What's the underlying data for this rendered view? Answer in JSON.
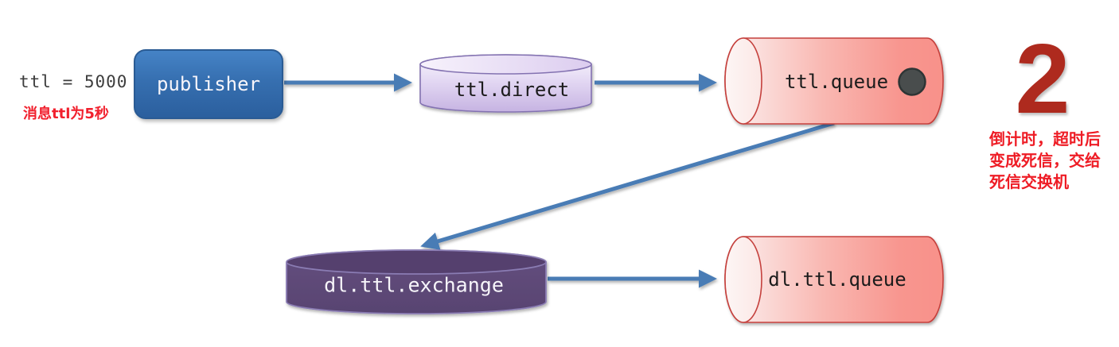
{
  "annotations": {
    "ttl_code": "ttl = 5000",
    "ttl_note": "消息ttl为5秒",
    "step_number": "2",
    "step_note_lines": [
      "倒计时，超时后",
      "变成死信，交给",
      "死信交换机"
    ]
  },
  "nodes": {
    "publisher": "publisher",
    "direct_exchange": "ttl.direct",
    "ttl_queue": "ttl.queue",
    "dl_exchange": "dl.ttl.exchange",
    "dl_queue": "dl.ttl.queue"
  },
  "icons": {
    "timer_dot": "timer-dot"
  },
  "colors": {
    "arrow_blue": "#4a7cb5",
    "publisher_blue_top": "#4583c6",
    "publisher_blue_bottom": "#2b5f9e",
    "queue_pink": "#f8918a",
    "queue_pink_light": "#fdf3f2",
    "queue_border_red": "#c5413c",
    "direct_lavender": "#c6b3e2",
    "direct_lavender_light": "#faf7fd",
    "direct_border": "#8372b1",
    "dl_exchange_purple": "#5e4a7a",
    "dl_exchange_border": "#8a7bb3",
    "note_red": "#ee1c25",
    "step_red": "#ae2a1e",
    "timer_dot_fill": "#484e4e"
  }
}
